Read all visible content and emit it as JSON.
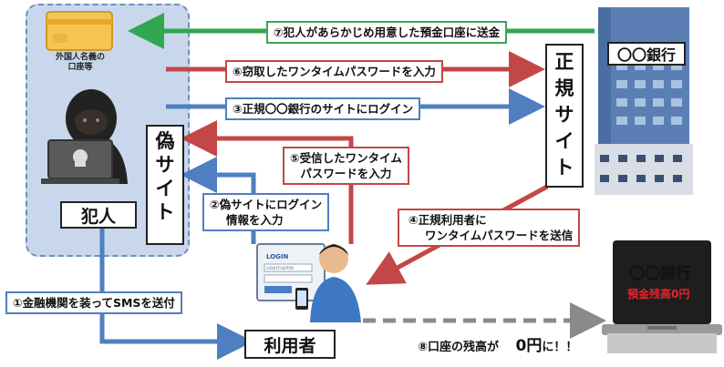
{
  "labels": {
    "criminal": "犯人",
    "user": "利用者",
    "bank": "〇〇銀行",
    "fake_site": [
      "偽",
      "サ",
      "イ",
      "ト"
    ],
    "real_site": [
      "正",
      "規",
      "サ",
      "イ",
      "ト"
    ],
    "foreign_account": [
      "外国人名義の",
      "口座等"
    ]
  },
  "steps": {
    "s1": "①金融機関を装ってSMSを送付",
    "s2": [
      "②偽サイトにログイン",
      "情報を入力"
    ],
    "s3": "③正規〇〇銀行のサイトにログイン",
    "s4": [
      "④正規利用者に",
      "ワンタイムパスワードを送信"
    ],
    "s5": [
      "⑤受信したワンタイム",
      "パスワードを入力"
    ],
    "s6": "⑥窃取したワンタイムパスワードを入力",
    "s7": "⑦犯人があらかじめ用意した預金口座に送金",
    "s8_prefix": "⑧口座の残高が",
    "s8_amount": "0円",
    "s8_suffix": "に！！"
  },
  "laptop": {
    "bank_name": "〇〇銀行",
    "balance_text": "預金残高0円"
  },
  "phone_screen": {
    "login": "LOGIN",
    "username": "username"
  },
  "colors": {
    "red_arrow": "#c44747",
    "blue_arrow": "#4f7fc0",
    "green_arrow": "#2fa84f",
    "gray_arrow": "#8a8a8a",
    "zone_fill": "#c9d7ec",
    "building": "#5b7fb5",
    "balance_red": "#e8232a"
  },
  "icons": [
    "credit-card-icon",
    "hacker-icon",
    "user-smartphone-icon",
    "bank-building-icon",
    "laptop-icon"
  ]
}
